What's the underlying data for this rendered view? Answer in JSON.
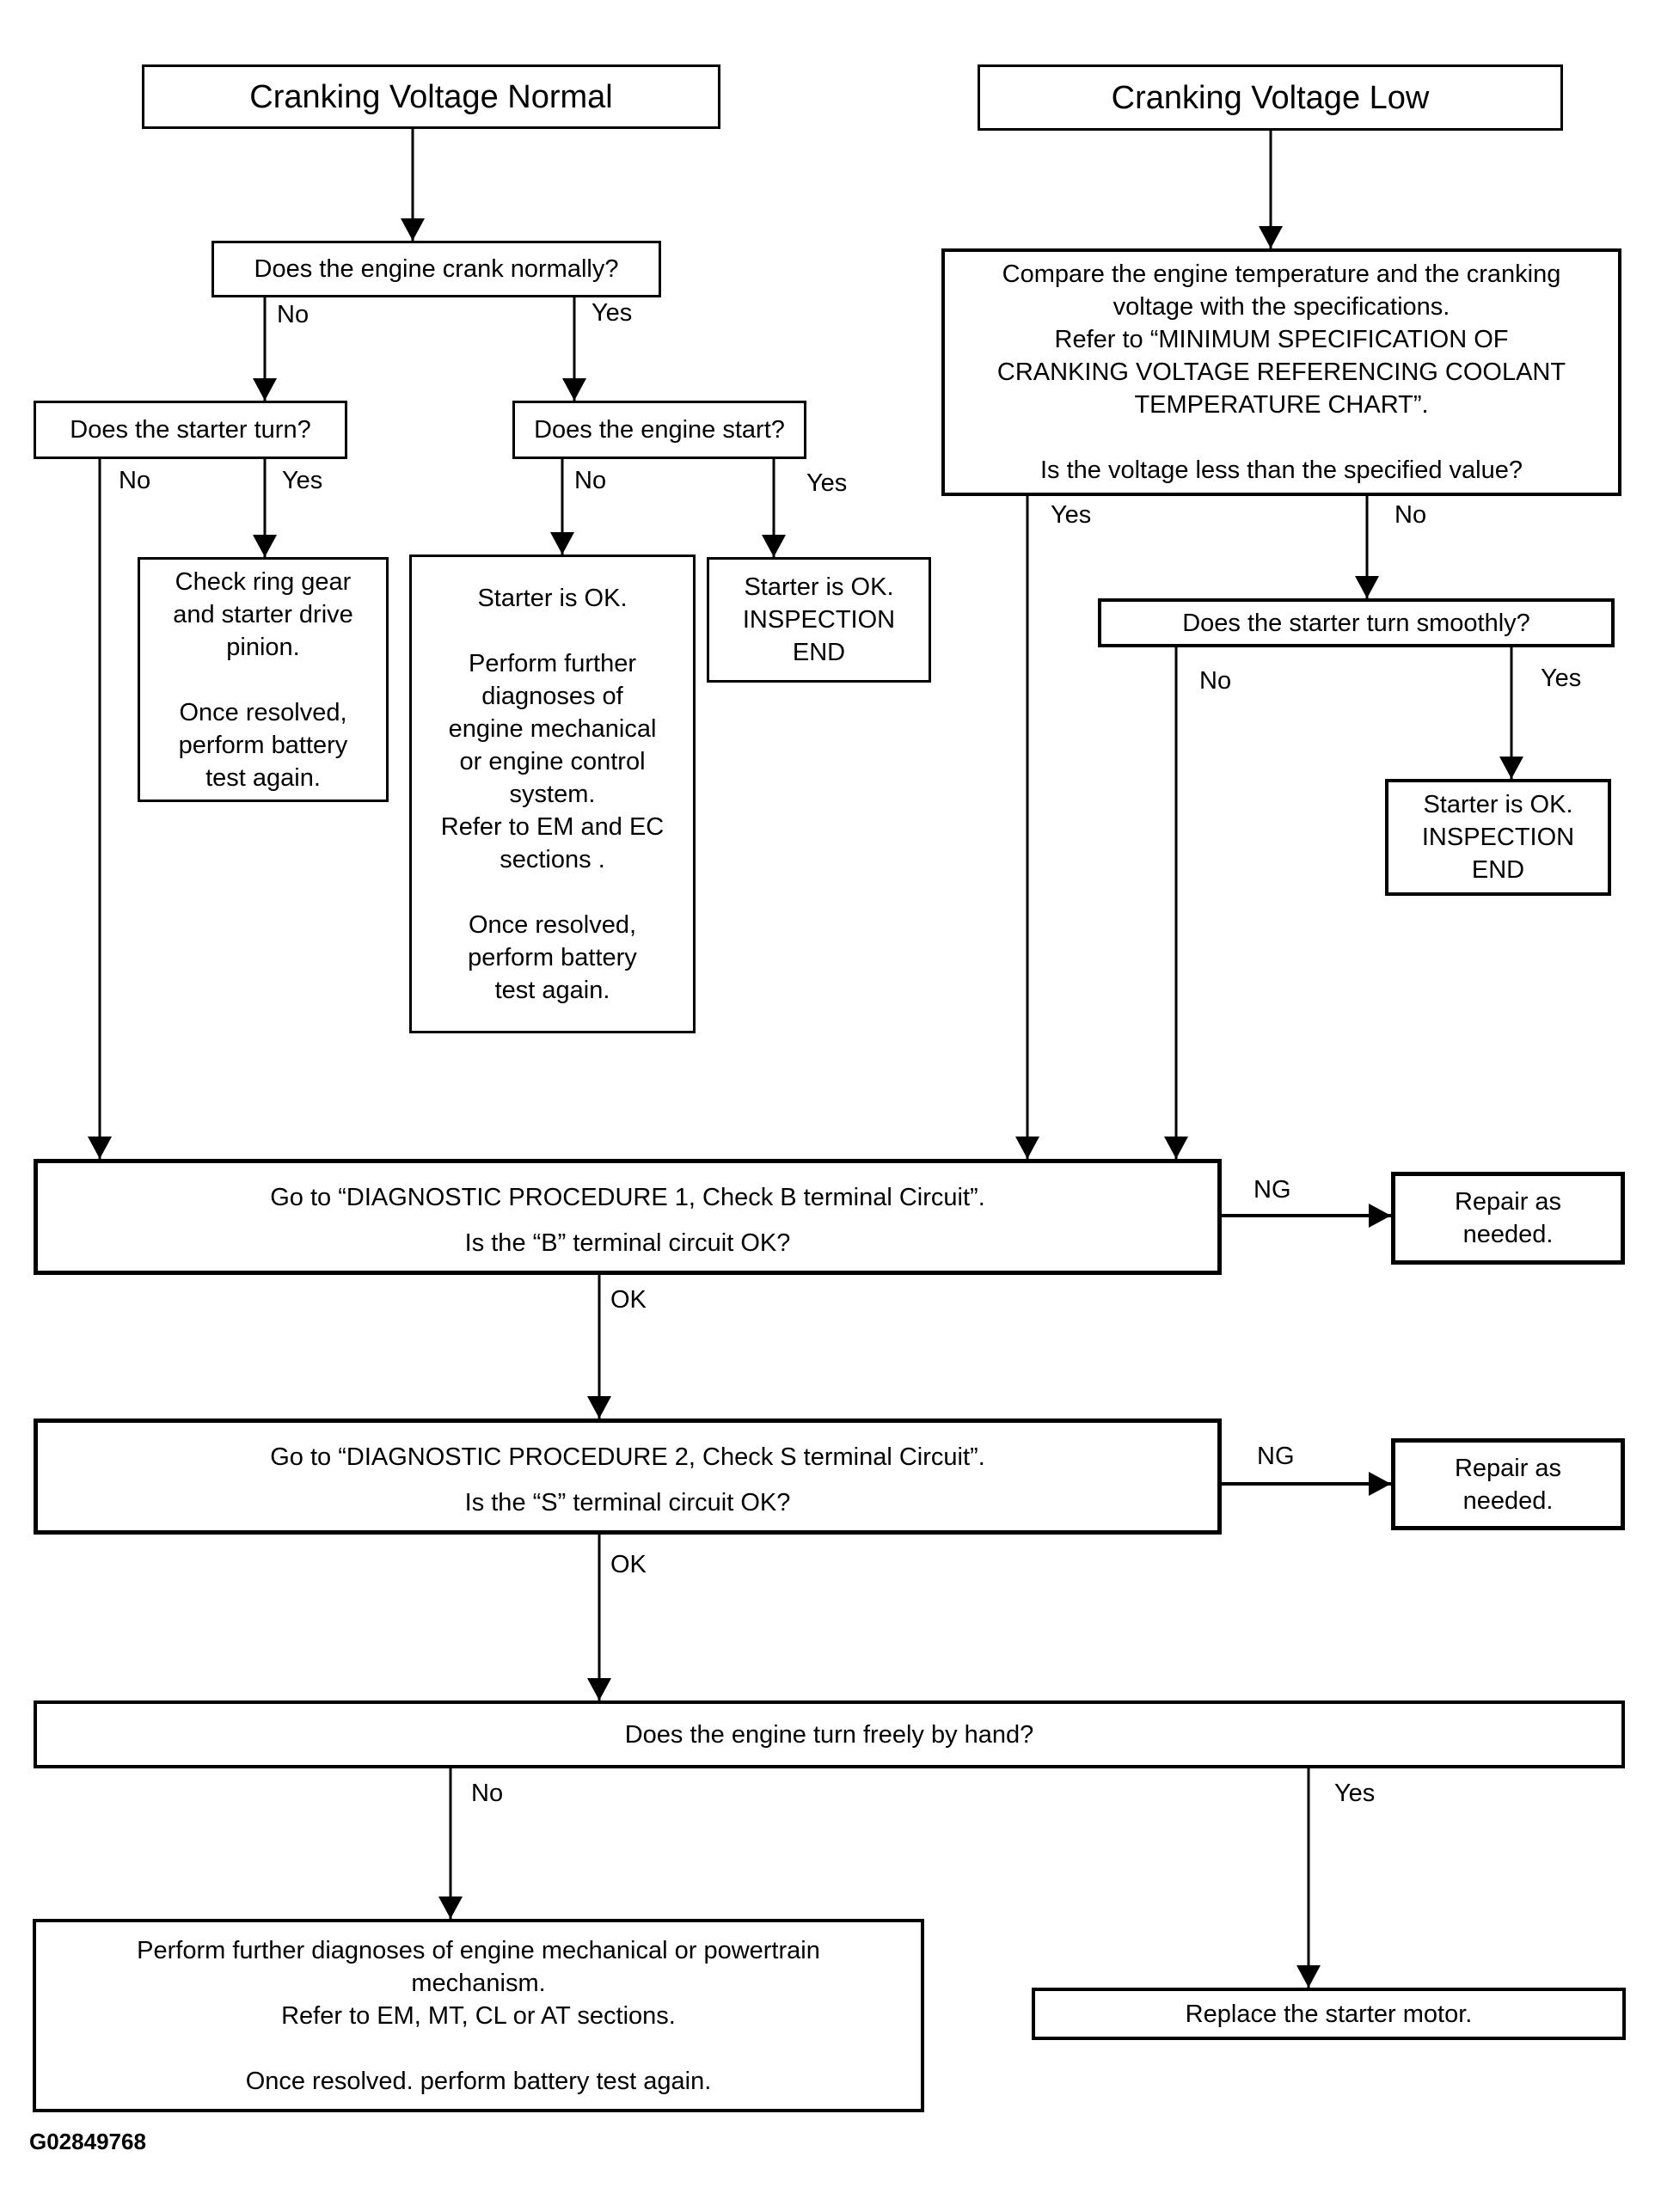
{
  "figure_id": "G02849768",
  "colors": {
    "line": "#000000",
    "background": "#ffffff",
    "text": "#000000"
  },
  "labels": {
    "yes": "Yes",
    "no": "No",
    "ok": "OK",
    "ng": "NG"
  },
  "nodes": {
    "h1": {
      "text": "Cranking Voltage Normal"
    },
    "h2": {
      "text": "Cranking Voltage Low"
    },
    "q1": {
      "text": "Does the engine crank normally?"
    },
    "q2": {
      "text": "Does the starter turn?"
    },
    "q3": {
      "text": "Does the engine start?"
    },
    "b1": {
      "text": "Check ring gear\nand starter drive\npinion.\n\nOnce resolved,\nperform battery\ntest again."
    },
    "b2": {
      "text": "Starter is OK.\n\nPerform further\ndiagnoses of\nengine mechanical\nor engine control\nsystem.\nRefer to EM and EC\nsections .\n\nOnce resolved,\nperform battery\ntest again."
    },
    "b3": {
      "text": "Starter is OK.\nINSPECTION\nEND"
    },
    "bb": {
      "text": "Compare the engine temperature and the cranking\nvoltage with the specifications.\nRefer to “MINIMUM SPECIFICATION OF\nCRANKING VOLTAGE REFERENCING COOLANT\nTEMPERATURE CHART”.\n\nIs the voltage less than the specified value?"
    },
    "q4": {
      "text": "Does the starter turn smoothly?"
    },
    "b4": {
      "text": "Starter is OK.\nINSPECTION\nEND"
    },
    "p1": {
      "line1": "Go to “DIAGNOSTIC PROCEDURE 1, Check B terminal Circuit”.",
      "line2": "Is the “B” terminal circuit OK?"
    },
    "r1": {
      "text": "Repair as\nneeded."
    },
    "p2": {
      "line1": "Go to “DIAGNOSTIC PROCEDURE 2, Check S terminal Circuit”.",
      "line2": "Is the “S” terminal circuit OK?"
    },
    "r2": {
      "text": "Repair as\nneeded."
    },
    "q5": {
      "text": "Does the engine turn freely by hand?"
    },
    "bl": {
      "text": "Perform further diagnoses of engine mechanical or powertrain\nmechanism.\nRefer to EM, MT, CL or AT sections.\n\nOnce resolved. perform battery test again."
    },
    "br": {
      "text": "Replace the starter motor."
    }
  }
}
